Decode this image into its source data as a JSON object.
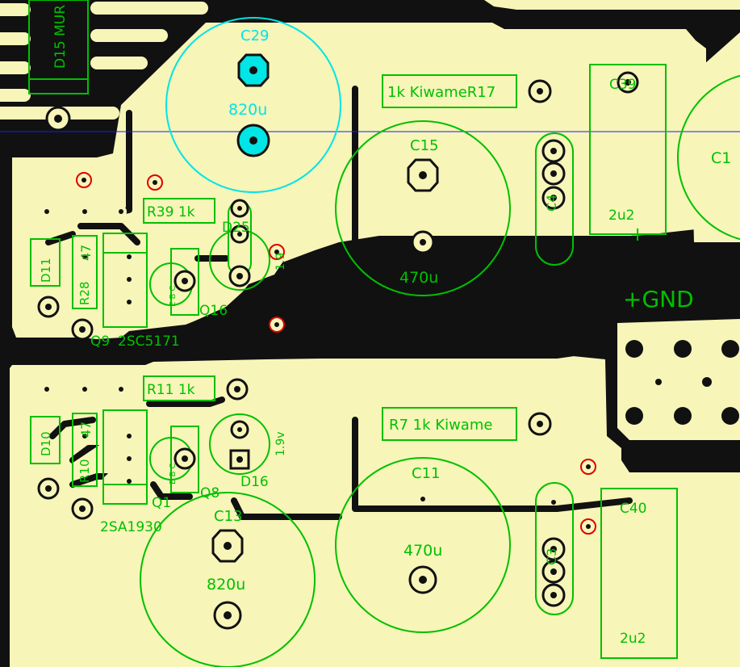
{
  "colors": {
    "board": "#111111",
    "copper": "#f7f5b8",
    "silkscreen": "#00c000",
    "highlight": "#00e5e5",
    "via_ring": "#e00000",
    "guide_line": "#1020ff"
  },
  "labels": {
    "d15": "D15 MUR",
    "c29": "C29",
    "c29_value": "820u",
    "r17": "1k KiwameR17",
    "c39": "C39",
    "c1": "C1",
    "c15": "C15",
    "c15_value": "470u",
    "c4": "C4",
    "c39_value": "2u2",
    "plus": "+",
    "gnd": "+GND",
    "r39": "R39 1k",
    "d25": "D25",
    "v_top": "1.9",
    "d11": "D11",
    "r28": "R28",
    "r28_value": "47",
    "q16": "Q16",
    "q9": "Q9",
    "q9_part": "2SC5171",
    "r11": "R11  1k",
    "r7": "R7 1k Kiwame",
    "v_bottom": "1.9v",
    "d10": "D10",
    "r10": "R10",
    "r10_value": "47",
    "d16": "D16",
    "q8": "Q8",
    "q1": "Q1",
    "q1_part": "2SA1930",
    "c13": "C13",
    "c13_value": "820u",
    "c11": "C11",
    "c11_value": "470u",
    "c40": "C40",
    "c3": "C3",
    "c40_value": "2u2",
    "ecb": "E B C"
  }
}
